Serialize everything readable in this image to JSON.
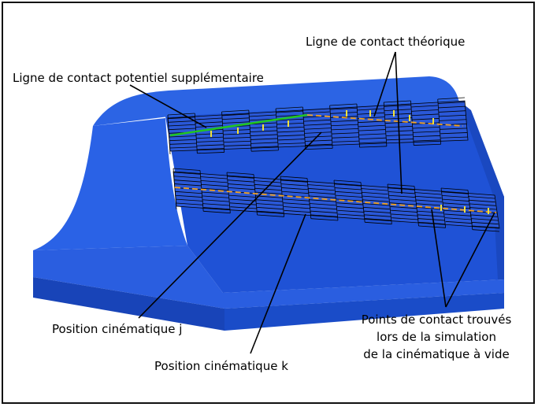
{
  "labels": {
    "theoretical_contact_line": "Ligne de contact théorique",
    "potential_contact_line": "Ligne de contact potentiel supplémentaire",
    "position_j": "Position cinématique j",
    "position_k": "Position cinématique k",
    "contact_points_line1": "Points de contact trouvés",
    "contact_points_line2": "lors de la simulation",
    "contact_points_line3": "de la cinématique à vide"
  },
  "colors": {
    "part_face_front": "#1f52d6",
    "part_face_top": "#2a5ee0",
    "part_face_dark": "#1844b8",
    "part_face_side": "#1a4cc8",
    "contact_line_theoretical": "#f0a020",
    "contact_line_potential": "#22c422",
    "contact_points": "#f3e23a",
    "mesh_lines": "#000000",
    "frame": "#111111"
  }
}
